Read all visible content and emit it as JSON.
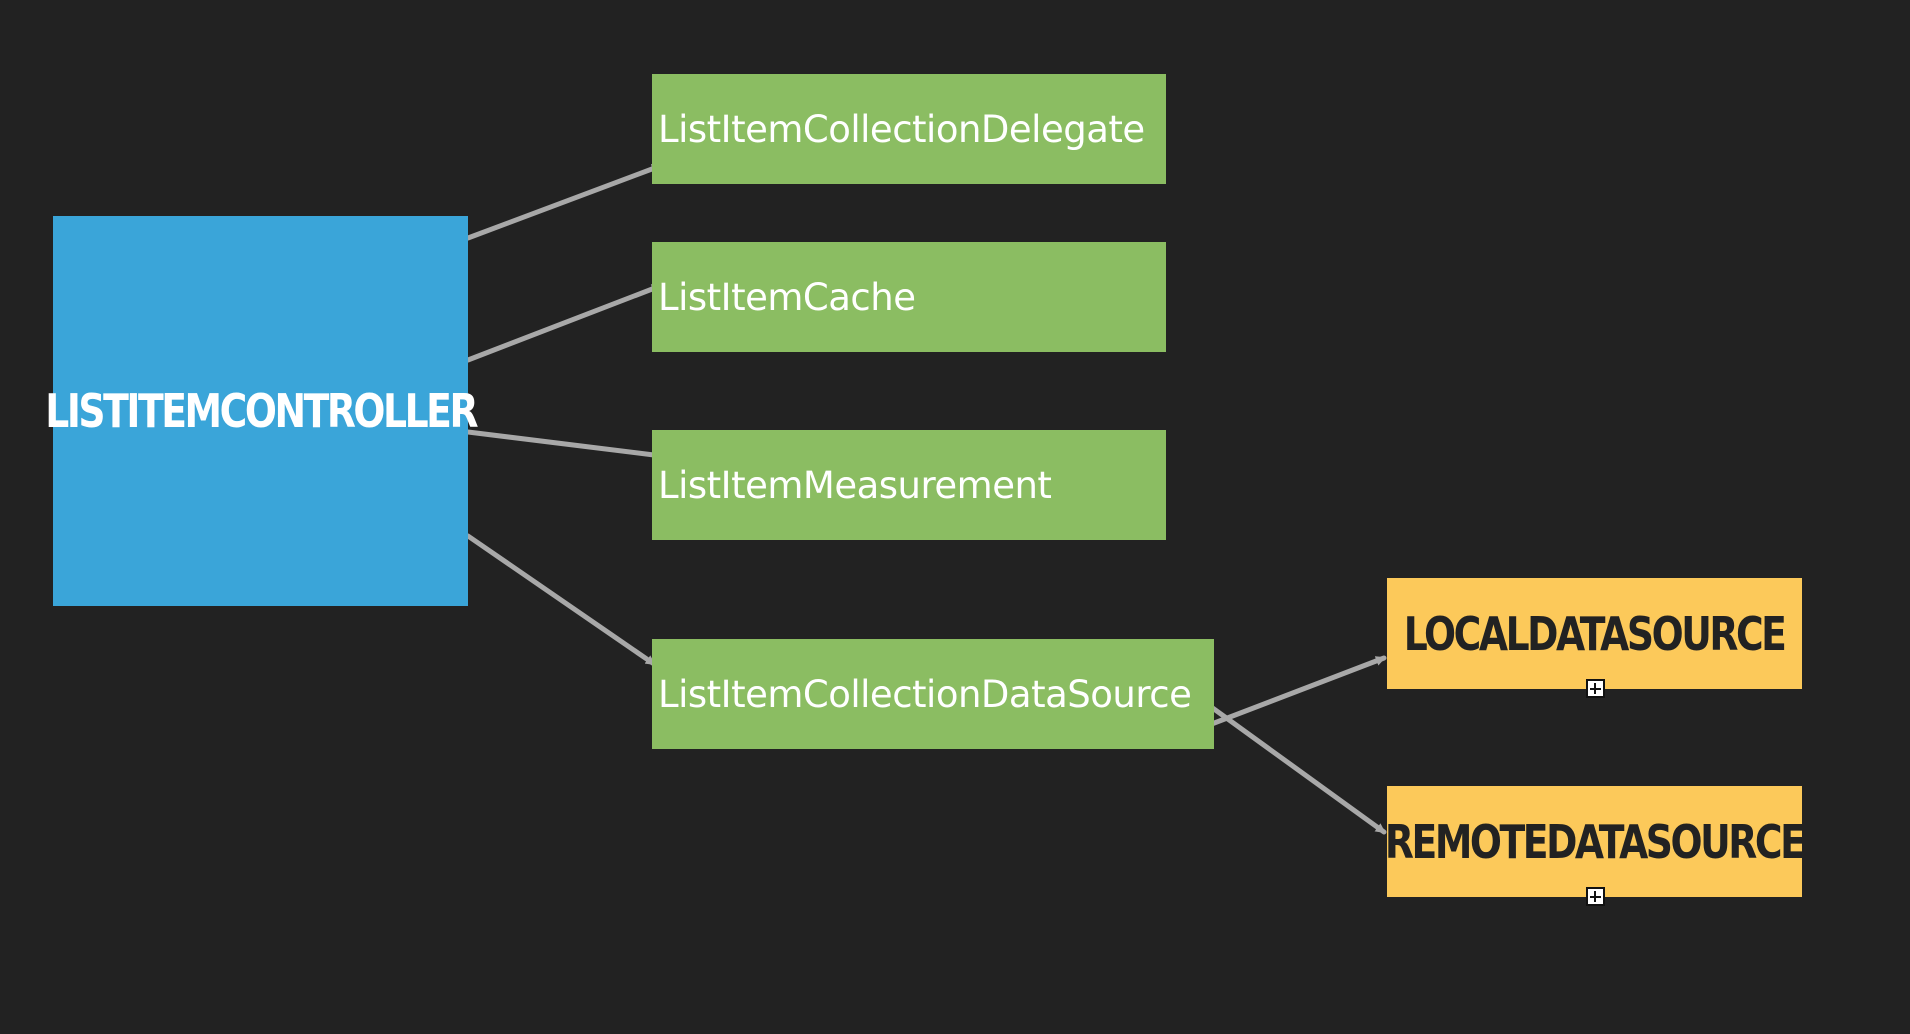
{
  "controller": {
    "label": "LISTITEMCONTROLLER"
  },
  "components": [
    {
      "label": "ListItemCollectionDelegate"
    },
    {
      "label": "ListItemCache"
    },
    {
      "label": "ListItemMeasurement"
    },
    {
      "label": "ListItemCollectionDataSource"
    }
  ],
  "data_sources": [
    {
      "label": "LOCALDATASOURCE"
    },
    {
      "label": "REMOTEDATASOURCE"
    }
  ],
  "colors": {
    "background": "#222222",
    "controller": "#3aa5d9",
    "component": "#8bbd62",
    "data_source": "#fcc95a",
    "arrow": "#a8a8a8"
  },
  "edges": [
    {
      "from": "LISTITEMCONTROLLER",
      "to": "ListItemCollectionDelegate"
    },
    {
      "from": "LISTITEMCONTROLLER",
      "to": "ListItemCache"
    },
    {
      "from": "LISTITEMCONTROLLER",
      "to": "ListItemMeasurement"
    },
    {
      "from": "LISTITEMCONTROLLER",
      "to": "ListItemCollectionDataSource"
    },
    {
      "from": "ListItemCollectionDataSource",
      "to": "LOCALDATASOURCE"
    },
    {
      "from": "ListItemCollectionDataSource",
      "to": "REMOTEDATASOURCE"
    }
  ]
}
